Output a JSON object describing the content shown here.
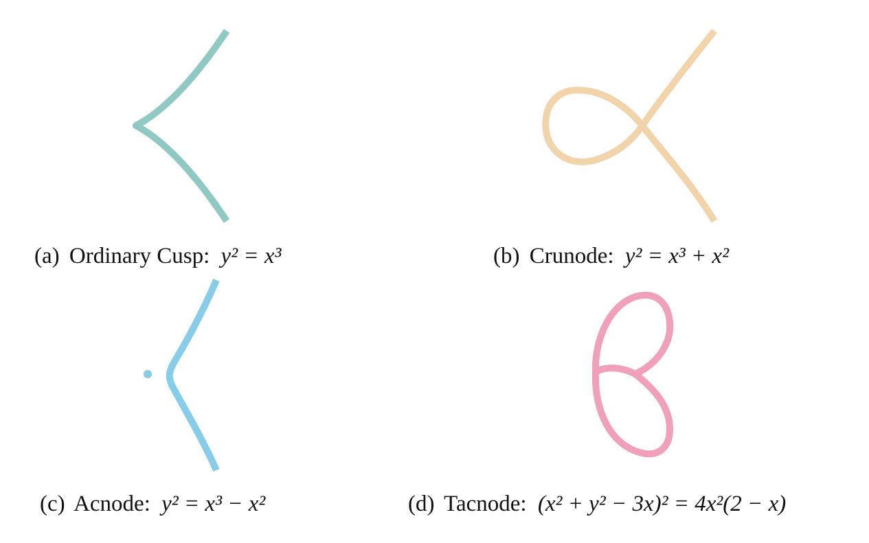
{
  "panels": [
    {
      "id": "a",
      "label": "(a)",
      "name": "Ordinary Cusp:",
      "equation": "y² = x³",
      "color": "#90c9c2"
    },
    {
      "id": "b",
      "label": "(b)",
      "name": "Crunode:",
      "equation": "y² = x³ + x²",
      "color": "#f2d4ab"
    },
    {
      "id": "c",
      "label": "(c)",
      "name": "Acnode:",
      "equation": "y² = x³ − x²",
      "color": "#86cdea"
    },
    {
      "id": "d",
      "label": "(d)",
      "name": "Tacnode:",
      "equation": "(x² + y² − 3x)² = 4x²(2 − x)",
      "color": "#f0a0bb"
    }
  ]
}
